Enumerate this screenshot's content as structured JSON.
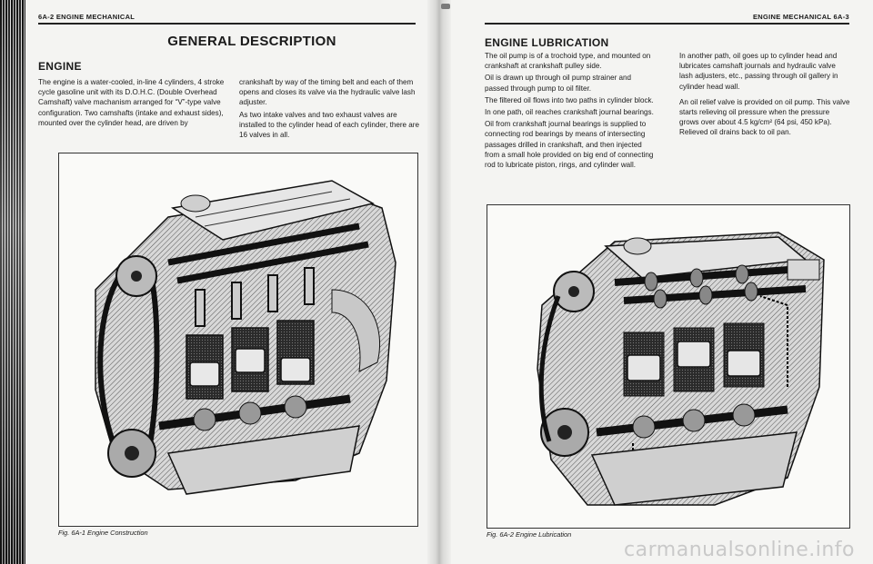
{
  "left_page": {
    "header": "6A-2 ENGINE MECHANICAL",
    "title": "GENERAL DESCRIPTION",
    "section_heading": "ENGINE",
    "column1": "The engine is a water-cooled, in-line 4 cylinders, 4 stroke cycle gasoline unit with its D.O.H.C. (Double Overhead Camshaft) valve machanism arranged for “V”-type valve configuration. Two camshafts (intake and exhaust sides), mounted over the cylinder head, are driven by",
    "column2_p1": "crankshaft by way of the timing belt and each of them opens and closes its valve via the hydraulic valve lash adjuster.",
    "column2_p2": "As two intake valves and two exhaust valves are installed to the cylinder head of each cylinder, there are 16 valves in all.",
    "figure_caption": "Fig. 6A-1 Engine Construction"
  },
  "right_page": {
    "header": "ENGINE MECHANICAL 6A-3",
    "section_heading": "ENGINE LUBRICATION",
    "col1_p1": "The oil pump is of a trochoid type, and mounted on crankshaft at crankshaft pulley side.",
    "col1_p2": "Oil is drawn up through oil pump strainer and passed through pump to oil filter.",
    "col1_p3": "The filtered oil flows into two paths in cylinder block.",
    "col1_p4": "In one path, oil reaches crankshaft journal bearings.",
    "col1_p5": "Oil from crankshaft journal bearings is supplied to connecting rod bearings by means of intersecting passages drilled in crankshaft, and then injected from a small hole provided on big end of connecting rod to lubricate piston, rings, and cylinder wall.",
    "col2_p1": "In another path, oil goes up to cylinder head and lubricates camshaft journals and hydraulic valve lash adjusters, etc., passing through oil gallery in cylinder head wall.",
    "col2_p2": "An oil relief valve is provided on oil pump. This valve starts relieving oil pressure when the pressure grows over about 4.5 kg/cm² (64 psi, 450 kPa). Relieved oil drains back to oil pan.",
    "figure_caption": "Fig. 6A-2 Engine Lubrication"
  },
  "watermark": "carmanualsonline.info",
  "colors": {
    "paper": "#f4f4f2",
    "ink": "#1a1a1a",
    "watermark": "#c9c9c9"
  }
}
